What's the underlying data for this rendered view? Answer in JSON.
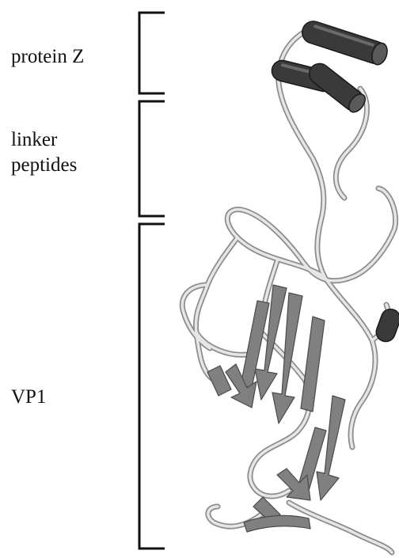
{
  "labels": {
    "protein_z": "protein Z",
    "linker_peptides": "linker\npeptides",
    "vp1": "VP1"
  },
  "colors": {
    "background": "#ffffff",
    "bracket": "#111111",
    "helix_fill": "#3a3a3a",
    "strand_fill": "#808080",
    "coil_stroke": "#8c8c8c",
    "coil_fill": "#e6e6e6"
  }
}
